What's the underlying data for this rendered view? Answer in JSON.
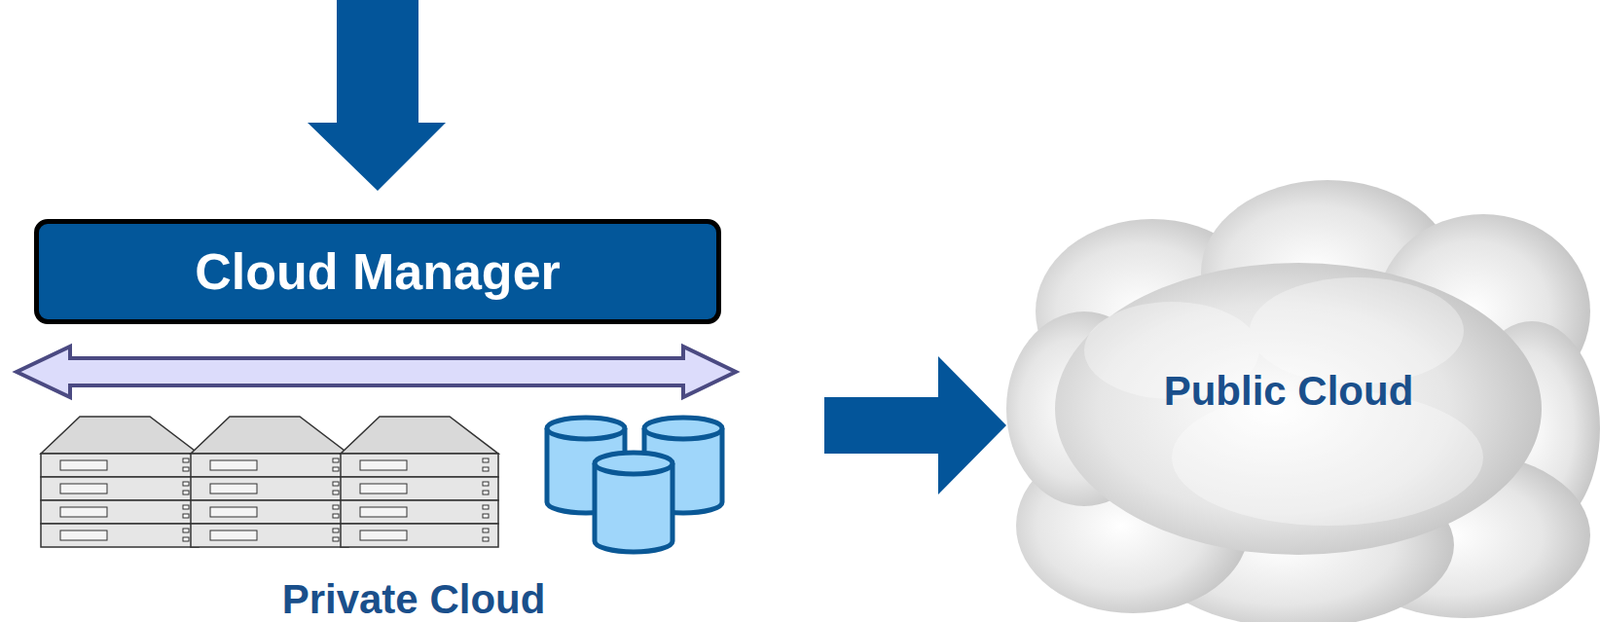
{
  "diagram": {
    "nodes": [
      {
        "text": [
          "Cloud Manager"
        ]
      },
      {
        "text": [
          "Private Cloud"
        ]
      },
      {
        "text": [
          "Public Cloud"
        ]
      }
    ],
    "edges": [
      {
        "from": 1,
        "to": 2,
        "arrow": "to"
      }
    ]
  }
}
